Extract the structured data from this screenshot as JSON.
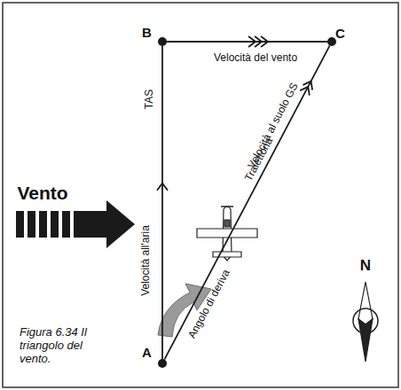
{
  "diagram": {
    "caption": "Figura 6.34 Il triangolo del vento.",
    "nodes": [
      {
        "text": [
          "B"
        ]
      },
      {
        "text": [
          "C"
        ]
      },
      {
        "text": [
          "A"
        ]
      }
    ],
    "edges": [
      {
        "from": 2,
        "to": 0,
        "arrow": "to",
        "label": "Velocità all'aria"
      },
      {
        "from": 0,
        "to": 1,
        "arrow": "to",
        "label": "Velocità del vento"
      },
      {
        "from": 2,
        "to": 1,
        "arrow": "to",
        "label": "Velocità al suolo GS"
      }
    ],
    "labels": [
      "TAS",
      "Traiettoria",
      "Angolo di deriva",
      "Vento",
      "N"
    ]
  }
}
